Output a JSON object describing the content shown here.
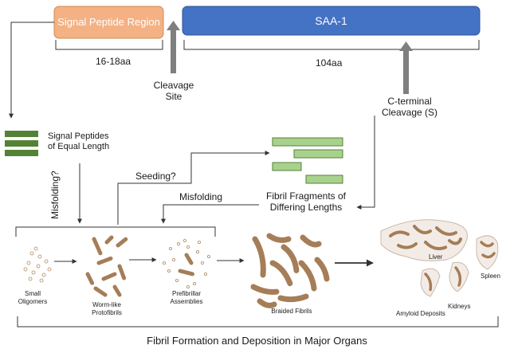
{
  "top": {
    "signal_peptide_region": "Signal Peptide Region",
    "saa1": "SAA-1",
    "span_signal": "16-18aa",
    "span_saa": "104aa",
    "cleavage_site_line1": "Cleavage",
    "cleavage_site_line2": "Site",
    "c_terminal_line1": "C-terminal",
    "c_terminal_line2": "Cleavage (S)"
  },
  "middle": {
    "signal_peptides_line1": "Signal Peptides",
    "signal_peptides_line2": "of Equal Length",
    "misfolding_q": "Misfolding?",
    "seeding_q": "Seeding?",
    "misfolding": "Misfolding",
    "fragments_line1": "Fibril Fragments of",
    "fragments_line2": "Differing Lengths"
  },
  "stages": {
    "small_oligomers_line1": "Small",
    "small_oligomers_line2": "Oligomers",
    "worm_line1": "Worm-like",
    "worm_line2": "Protofibrils",
    "prefib_line1": "Prefibrillar",
    "prefib_line2": "Assemblies",
    "braided": "Braided Fibrils",
    "liver": "Liver",
    "spleen": "Spleen",
    "kidneys": "Kidneys",
    "amyloid": "Amyloid Deposits"
  },
  "footer": {
    "title": "Fibril Formation and Deposition in Major Organs"
  },
  "colors": {
    "signal_box": "#f4b183",
    "saa_box": "#4472c4",
    "green_dark": "#548235",
    "green_light": "#a9d18e",
    "fibril": "#c9a47e",
    "arrow_gray": "#7f7f7f"
  }
}
